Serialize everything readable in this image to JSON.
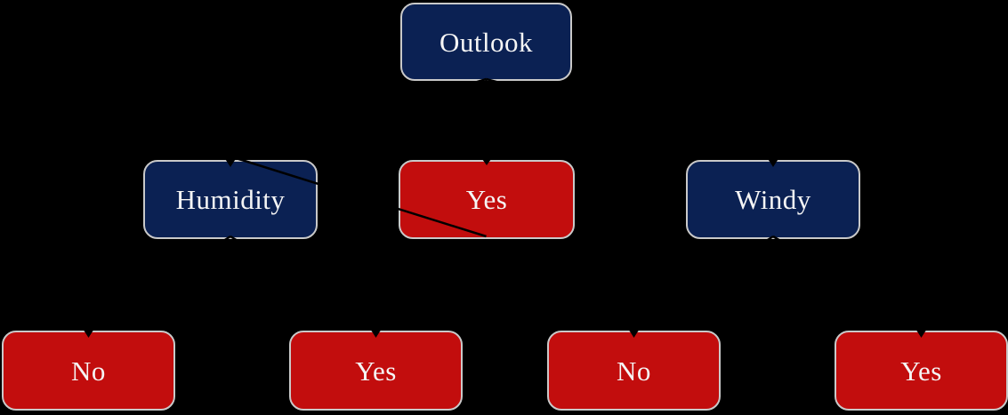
{
  "diagram": {
    "type": "decision-tree",
    "background": "#000000",
    "node_colors": {
      "decision": "#0b2153",
      "leaf": "#c20d0d",
      "border": "#c9c9c9",
      "text": "#f5f5f5",
      "background": "#000000"
    },
    "nodes": {
      "outlook": {
        "label": "Outlook",
        "type": "decision"
      },
      "humidity": {
        "label": "Humidity",
        "type": "decision"
      },
      "yes_mid": {
        "label": "Yes",
        "type": "leaf"
      },
      "windy": {
        "label": "Windy",
        "type": "decision"
      },
      "no_left": {
        "label": "No",
        "type": "leaf"
      },
      "yes_left": {
        "label": "Yes",
        "type": "leaf"
      },
      "no_right": {
        "label": "No",
        "type": "leaf"
      },
      "yes_right": {
        "label": "Yes",
        "type": "leaf"
      }
    },
    "edges": [
      {
        "from": "outlook",
        "to": "humidity"
      },
      {
        "from": "outlook",
        "to": "yes_mid"
      },
      {
        "from": "outlook",
        "to": "windy"
      },
      {
        "from": "humidity",
        "to": "no_left"
      },
      {
        "from": "humidity",
        "to": "yes_left"
      },
      {
        "from": "windy",
        "to": "no_right"
      },
      {
        "from": "windy",
        "to": "yes_right"
      }
    ]
  }
}
